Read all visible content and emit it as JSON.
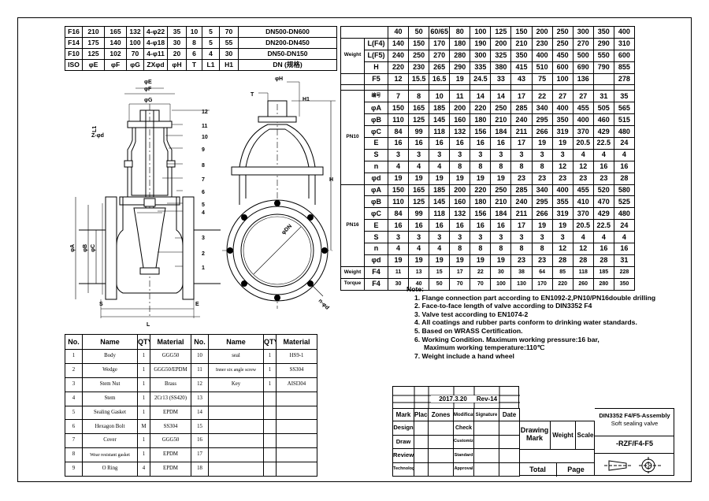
{
  "flange_table": {
    "rows": [
      [
        "F16",
        "210",
        "165",
        "132",
        "4-φ22",
        "35",
        "10",
        "5",
        "70",
        "DN500-DN600"
      ],
      [
        "F14",
        "175",
        "140",
        "100",
        "4-φ18",
        "30",
        "8",
        "5",
        "55",
        "DN200-DN450"
      ],
      [
        "F10",
        "125",
        "102",
        "70",
        "4-φ11",
        "20",
        "6",
        "4",
        "30",
        "DN50-DN150"
      ],
      [
        "ISO",
        "φE",
        "φF",
        "φG",
        "ZXφd",
        "φH",
        "T",
        "L1",
        "H1",
        "DN (规格)"
      ]
    ]
  },
  "dims": {
    "phiE": "φE",
    "phiF": "φF",
    "phiG": "φG",
    "phiH": "φH",
    "T": "T",
    "L1": "L1",
    "H1": "H1",
    "Z": "Z-φd",
    "H": "H",
    "phiA": "φA",
    "phiB": "φB",
    "phiC": "φC",
    "phiDN": "φDN",
    "nd": "n-φd",
    "S": "S",
    "E": "E",
    "L": "L",
    "callouts": [
      "1",
      "2",
      "3",
      "4",
      "5",
      "6",
      "7",
      "8",
      "9",
      "10",
      "11",
      "12"
    ]
  },
  "spec": {
    "dn_label": "DN",
    "dn": [
      "40",
      "50",
      "60/65",
      "80",
      "100",
      "125",
      "150",
      "200",
      "250",
      "300",
      "350",
      "400"
    ],
    "weight_label": "Weight",
    "lf4": {
      "label": "L(F4)",
      "values": [
        "140",
        "150",
        "170",
        "180",
        "190",
        "200",
        "210",
        "230",
        "250",
        "270",
        "290",
        "310"
      ]
    },
    "lf5": {
      "label": "L(F5)",
      "values": [
        "240",
        "250",
        "270",
        "280",
        "300",
        "325",
        "350",
        "400",
        "450",
        "500",
        "550",
        "600"
      ]
    },
    "h": {
      "label": "H",
      "values": [
        "220",
        "230",
        "265",
        "290",
        "335",
        "380",
        "415",
        "510",
        "600",
        "690",
        "790",
        "855"
      ]
    },
    "f5": {
      "label": "F5",
      "values": [
        "12",
        "15.5",
        "16.5",
        "19",
        "24.5",
        "33",
        "43",
        "75",
        "100",
        "136",
        "",
        "278"
      ]
    },
    "pn10": {
      "label": "PN10",
      "rows": [
        {
          "label": "编号",
          "values": [
            "7",
            "8",
            "10",
            "11",
            "14",
            "14",
            "17",
            "22",
            "27",
            "27",
            "31",
            "35"
          ]
        },
        {
          "label": "φA",
          "values": [
            "150",
            "165",
            "185",
            "200",
            "220",
            "250",
            "285",
            "340",
            "400",
            "455",
            "505",
            "565"
          ]
        },
        {
          "label": "φB",
          "values": [
            "110",
            "125",
            "145",
            "160",
            "180",
            "210",
            "240",
            "295",
            "350",
            "400",
            "460",
            "515"
          ]
        },
        {
          "label": "φC",
          "values": [
            "84",
            "99",
            "118",
            "132",
            "156",
            "184",
            "211",
            "266",
            "319",
            "370",
            "429",
            "480"
          ]
        },
        {
          "label": "E",
          "values": [
            "16",
            "16",
            "16",
            "16",
            "16",
            "16",
            "17",
            "19",
            "19",
            "20.5",
            "22.5",
            "24"
          ]
        },
        {
          "label": "S",
          "values": [
            "3",
            "3",
            "3",
            "3",
            "3",
            "3",
            "3",
            "3",
            "3",
            "4",
            "4",
            "4"
          ]
        },
        {
          "label": "n",
          "values": [
            "4",
            "4",
            "4",
            "8",
            "8",
            "8",
            "8",
            "8",
            "12",
            "12",
            "16",
            "16"
          ]
        },
        {
          "label": "φd",
          "values": [
            "19",
            "19",
            "19",
            "19",
            "19",
            "19",
            "23",
            "23",
            "23",
            "23",
            "23",
            "28"
          ]
        }
      ]
    },
    "pn16": {
      "label": "PN16",
      "rows": [
        {
          "label": "φA",
          "values": [
            "150",
            "165",
            "185",
            "200",
            "220",
            "250",
            "285",
            "340",
            "400",
            "455",
            "520",
            "580"
          ]
        },
        {
          "label": "φB",
          "values": [
            "110",
            "125",
            "145",
            "160",
            "180",
            "210",
            "240",
            "295",
            "355",
            "410",
            "470",
            "525"
          ]
        },
        {
          "label": "φC",
          "values": [
            "84",
            "99",
            "118",
            "132",
            "156",
            "184",
            "211",
            "266",
            "319",
            "370",
            "429",
            "480"
          ]
        },
        {
          "label": "E",
          "values": [
            "16",
            "16",
            "16",
            "16",
            "16",
            "16",
            "17",
            "19",
            "19",
            "20.5",
            "22.5",
            "24"
          ]
        },
        {
          "label": "S",
          "values": [
            "3",
            "3",
            "3",
            "3",
            "3",
            "3",
            "3",
            "3",
            "3",
            "4",
            "4",
            "4"
          ]
        },
        {
          "label": "n",
          "values": [
            "4",
            "4",
            "4",
            "8",
            "8",
            "8",
            "8",
            "8",
            "12",
            "12",
            "16",
            "16"
          ]
        },
        {
          "label": "φd",
          "values": [
            "19",
            "19",
            "19",
            "19",
            "19",
            "19",
            "23",
            "23",
            "28",
            "28",
            "28",
            "31"
          ]
        }
      ]
    },
    "weight_f4": {
      "label": "Weight",
      "sub": "F4",
      "values": [
        "11",
        "13",
        "15",
        "17",
        "22",
        "30",
        "38",
        "64",
        "85",
        "118",
        "185",
        "228"
      ]
    },
    "torque": {
      "label": "Torque",
      "sub": "F4",
      "values": [
        "30",
        "40",
        "50",
        "70",
        "70",
        "100",
        "130",
        "170",
        "220",
        "260",
        "280",
        "350"
      ]
    }
  },
  "notes": {
    "title": "Note:",
    "items": [
      "1. Flange connection part according to EN1092-2,PN10/PN16double drilling",
      "2. Face-to-face length of valve according to DIN3352 F4",
      "3. Valve test according to EN1074-2",
      "4. All coatings and rubber parts conform to drinking water standards.",
      "5. Based on WRASS Certification.",
      "6. Working Condition. Maximum working pressure:16 bar,",
      "     Maximum working temperature:110℃",
      "7. Weight include a hand wheel"
    ]
  },
  "bom": {
    "headers": [
      "No.",
      "Name",
      "QTY",
      "Material"
    ],
    "left": [
      [
        "1",
        "Body",
        "1",
        "GGG50"
      ],
      [
        "2",
        "Wedge",
        "1",
        "GGG50/EPDM"
      ],
      [
        "3",
        "Stem Nut",
        "1",
        "Brass"
      ],
      [
        "4",
        "Stem",
        "1",
        "2Cr13 (SS420)"
      ],
      [
        "5",
        "Sealing Gasket",
        "1",
        "EPDM"
      ],
      [
        "6",
        "Hexagon Bolt",
        "M",
        "SS304"
      ],
      [
        "7",
        "Cover",
        "1",
        "GGG50"
      ],
      [
        "8",
        "Wear resistant gasket",
        "1",
        "EPDM"
      ],
      [
        "9",
        "O Ring",
        "4",
        "EPDM"
      ]
    ],
    "right": [
      [
        "10",
        "seal",
        "1",
        "HS9-1"
      ],
      [
        "11",
        "Inner six angle screw",
        "1",
        "SS304"
      ],
      [
        "12",
        "Key",
        "1",
        "AISI304"
      ],
      [
        "13",
        "",
        "",
        ""
      ],
      [
        "14",
        "",
        "",
        ""
      ],
      [
        "15",
        "",
        "",
        ""
      ],
      [
        "16",
        "",
        "",
        ""
      ],
      [
        "17",
        "",
        "",
        ""
      ],
      [
        "18",
        "",
        "",
        ""
      ]
    ]
  },
  "title_block": {
    "date": "2017.3.20",
    "rev": "Rev-14",
    "cols": [
      "Mark",
      "Places",
      "Zones",
      "Modification",
      "Signature",
      "Date"
    ],
    "rows": [
      "Design",
      "Draw",
      "Review",
      "Technology"
    ],
    "roles": [
      "Check",
      "Customize",
      "Standard",
      "Approval"
    ],
    "drawing_mark": "Drawing Mark",
    "weight": "Weight",
    "scale": "Scale",
    "title1": "DIN3352 F4/F5-Assembly",
    "title2": "Soft sealing valve",
    "code": "-RZF/F4-F5",
    "total": "Total",
    "page": "Page"
  }
}
